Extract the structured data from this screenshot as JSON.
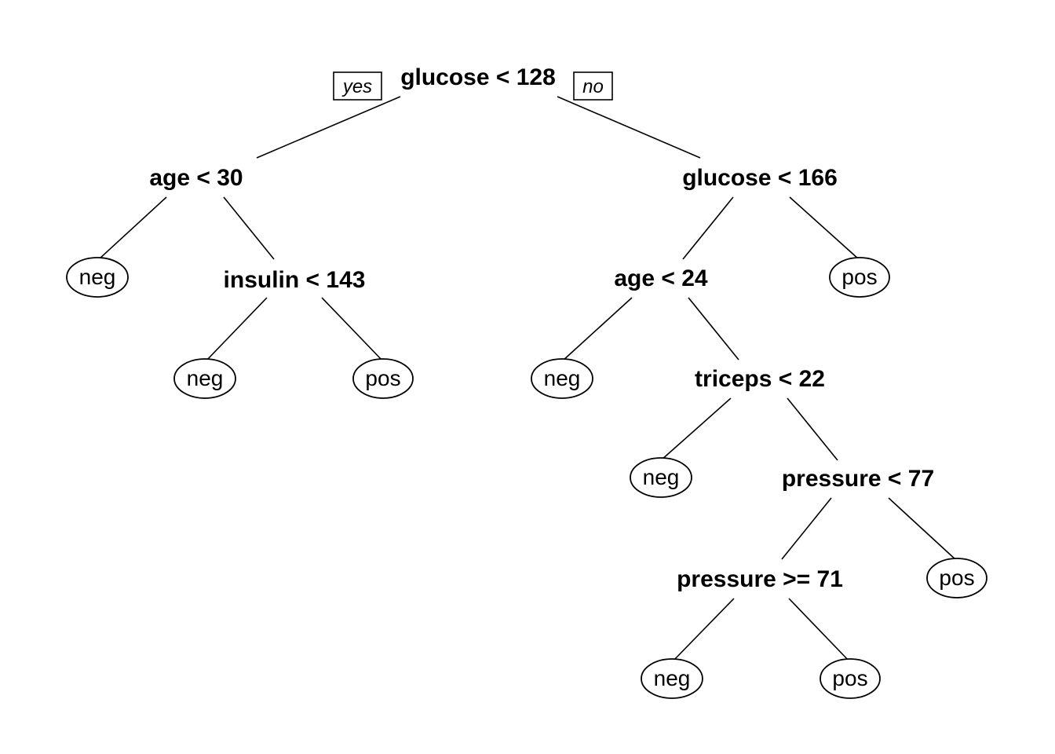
{
  "tree": {
    "branch_labels": {
      "yes": "yes",
      "no": "no"
    },
    "root": {
      "id": "n1",
      "split": "glucose < 128",
      "left": {
        "id": "n2",
        "split": "age < 30",
        "left": {
          "id": "l1",
          "leaf": "neg"
        },
        "right": {
          "id": "n4",
          "split": "insulin < 143",
          "left": {
            "id": "l2",
            "leaf": "neg"
          },
          "right": {
            "id": "l3",
            "leaf": "pos"
          }
        }
      },
      "right": {
        "id": "n3",
        "split": "glucose < 166",
        "left": {
          "id": "n5",
          "split": "age < 24",
          "left": {
            "id": "l4",
            "leaf": "neg"
          },
          "right": {
            "id": "n6",
            "split": "triceps < 22",
            "left": {
              "id": "l5",
              "leaf": "neg"
            },
            "right": {
              "id": "n7",
              "split": "pressure < 77",
              "left": {
                "id": "n8",
                "split": "pressure >= 71",
                "left": {
                  "id": "l7",
                  "leaf": "neg"
                },
                "right": {
                  "id": "l8",
                  "leaf": "pos"
                }
              },
              "right": {
                "id": "l6",
                "leaf": "pos"
              }
            }
          }
        },
        "right": {
          "id": "l9",
          "leaf": "pos"
        }
      }
    }
  }
}
